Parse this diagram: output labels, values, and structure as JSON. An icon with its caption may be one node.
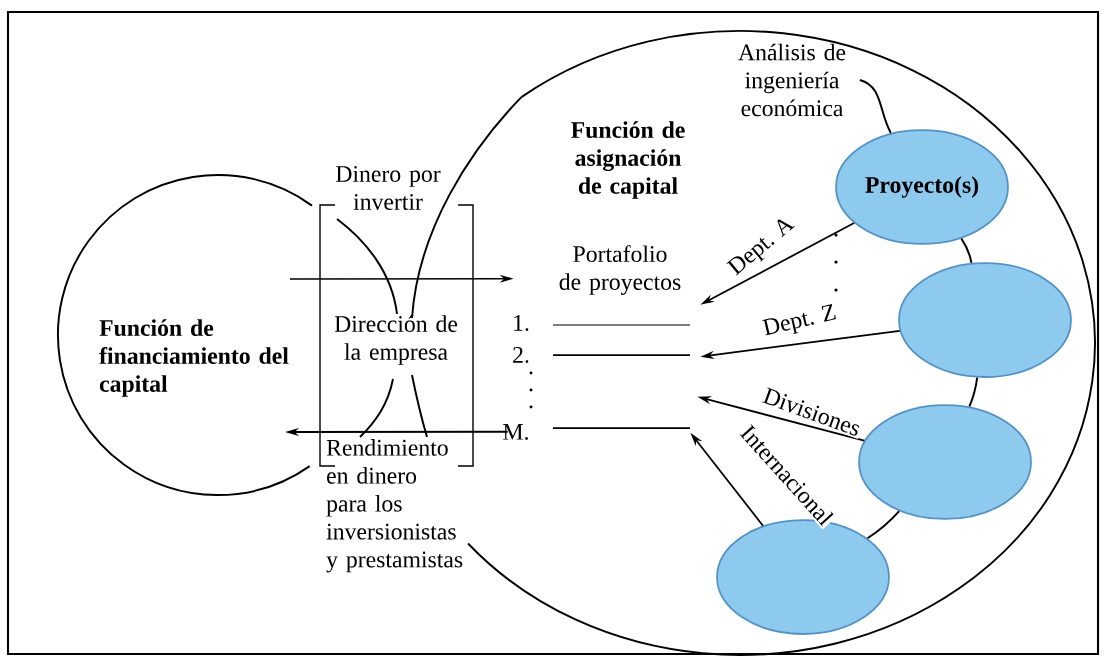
{
  "diagram": {
    "nodes": [
      {
        "text": [
          "Función de financiamiento del capital"
        ]
      },
      {
        "text": [
          "Función de asignación de capital"
        ]
      },
      {
        "text": [
          "Dirección de la empresa"
        ]
      },
      {
        "text": [
          "Portafolio de proyectos",
          "1.",
          "2.",
          "M."
        ],
        "in": 1
      },
      {
        "text": [
          "Análisis de ingeniería económica"
        ],
        "in": 1
      },
      {
        "text": [
          "Proyecto(s)"
        ],
        "in": 1
      },
      {
        "text": [],
        "shape": "ellipse",
        "in": 1
      },
      {
        "text": [],
        "shape": "ellipse",
        "in": 1
      },
      {
        "text": [],
        "shape": "ellipse",
        "in": 1
      }
    ],
    "edges": [
      {
        "from": 0,
        "to": 3,
        "arrow": "to",
        "label": "Dinero por invertir"
      },
      {
        "from": 3,
        "to": 0,
        "arrow": "to",
        "label": "Rendimiento en dinero para los inversionistas y prestamistas"
      },
      {
        "from": 5,
        "to": 3,
        "arrow": "to",
        "label": "Dept. A"
      },
      {
        "from": 6,
        "to": 3,
        "arrow": "to",
        "label": "Dept. Z"
      },
      {
        "from": 7,
        "to": 3,
        "arrow": "to",
        "label": "Divisiones"
      },
      {
        "from": 8,
        "to": 3,
        "arrow": "to",
        "label": "Internacional"
      },
      {
        "from": 4,
        "to": 5,
        "arrow": "none"
      },
      {
        "from": 5,
        "to": 6,
        "arrow": "none"
      },
      {
        "from": 6,
        "to": 7,
        "arrow": "none"
      },
      {
        "from": 7,
        "to": 8,
        "arrow": "none"
      }
    ]
  }
}
